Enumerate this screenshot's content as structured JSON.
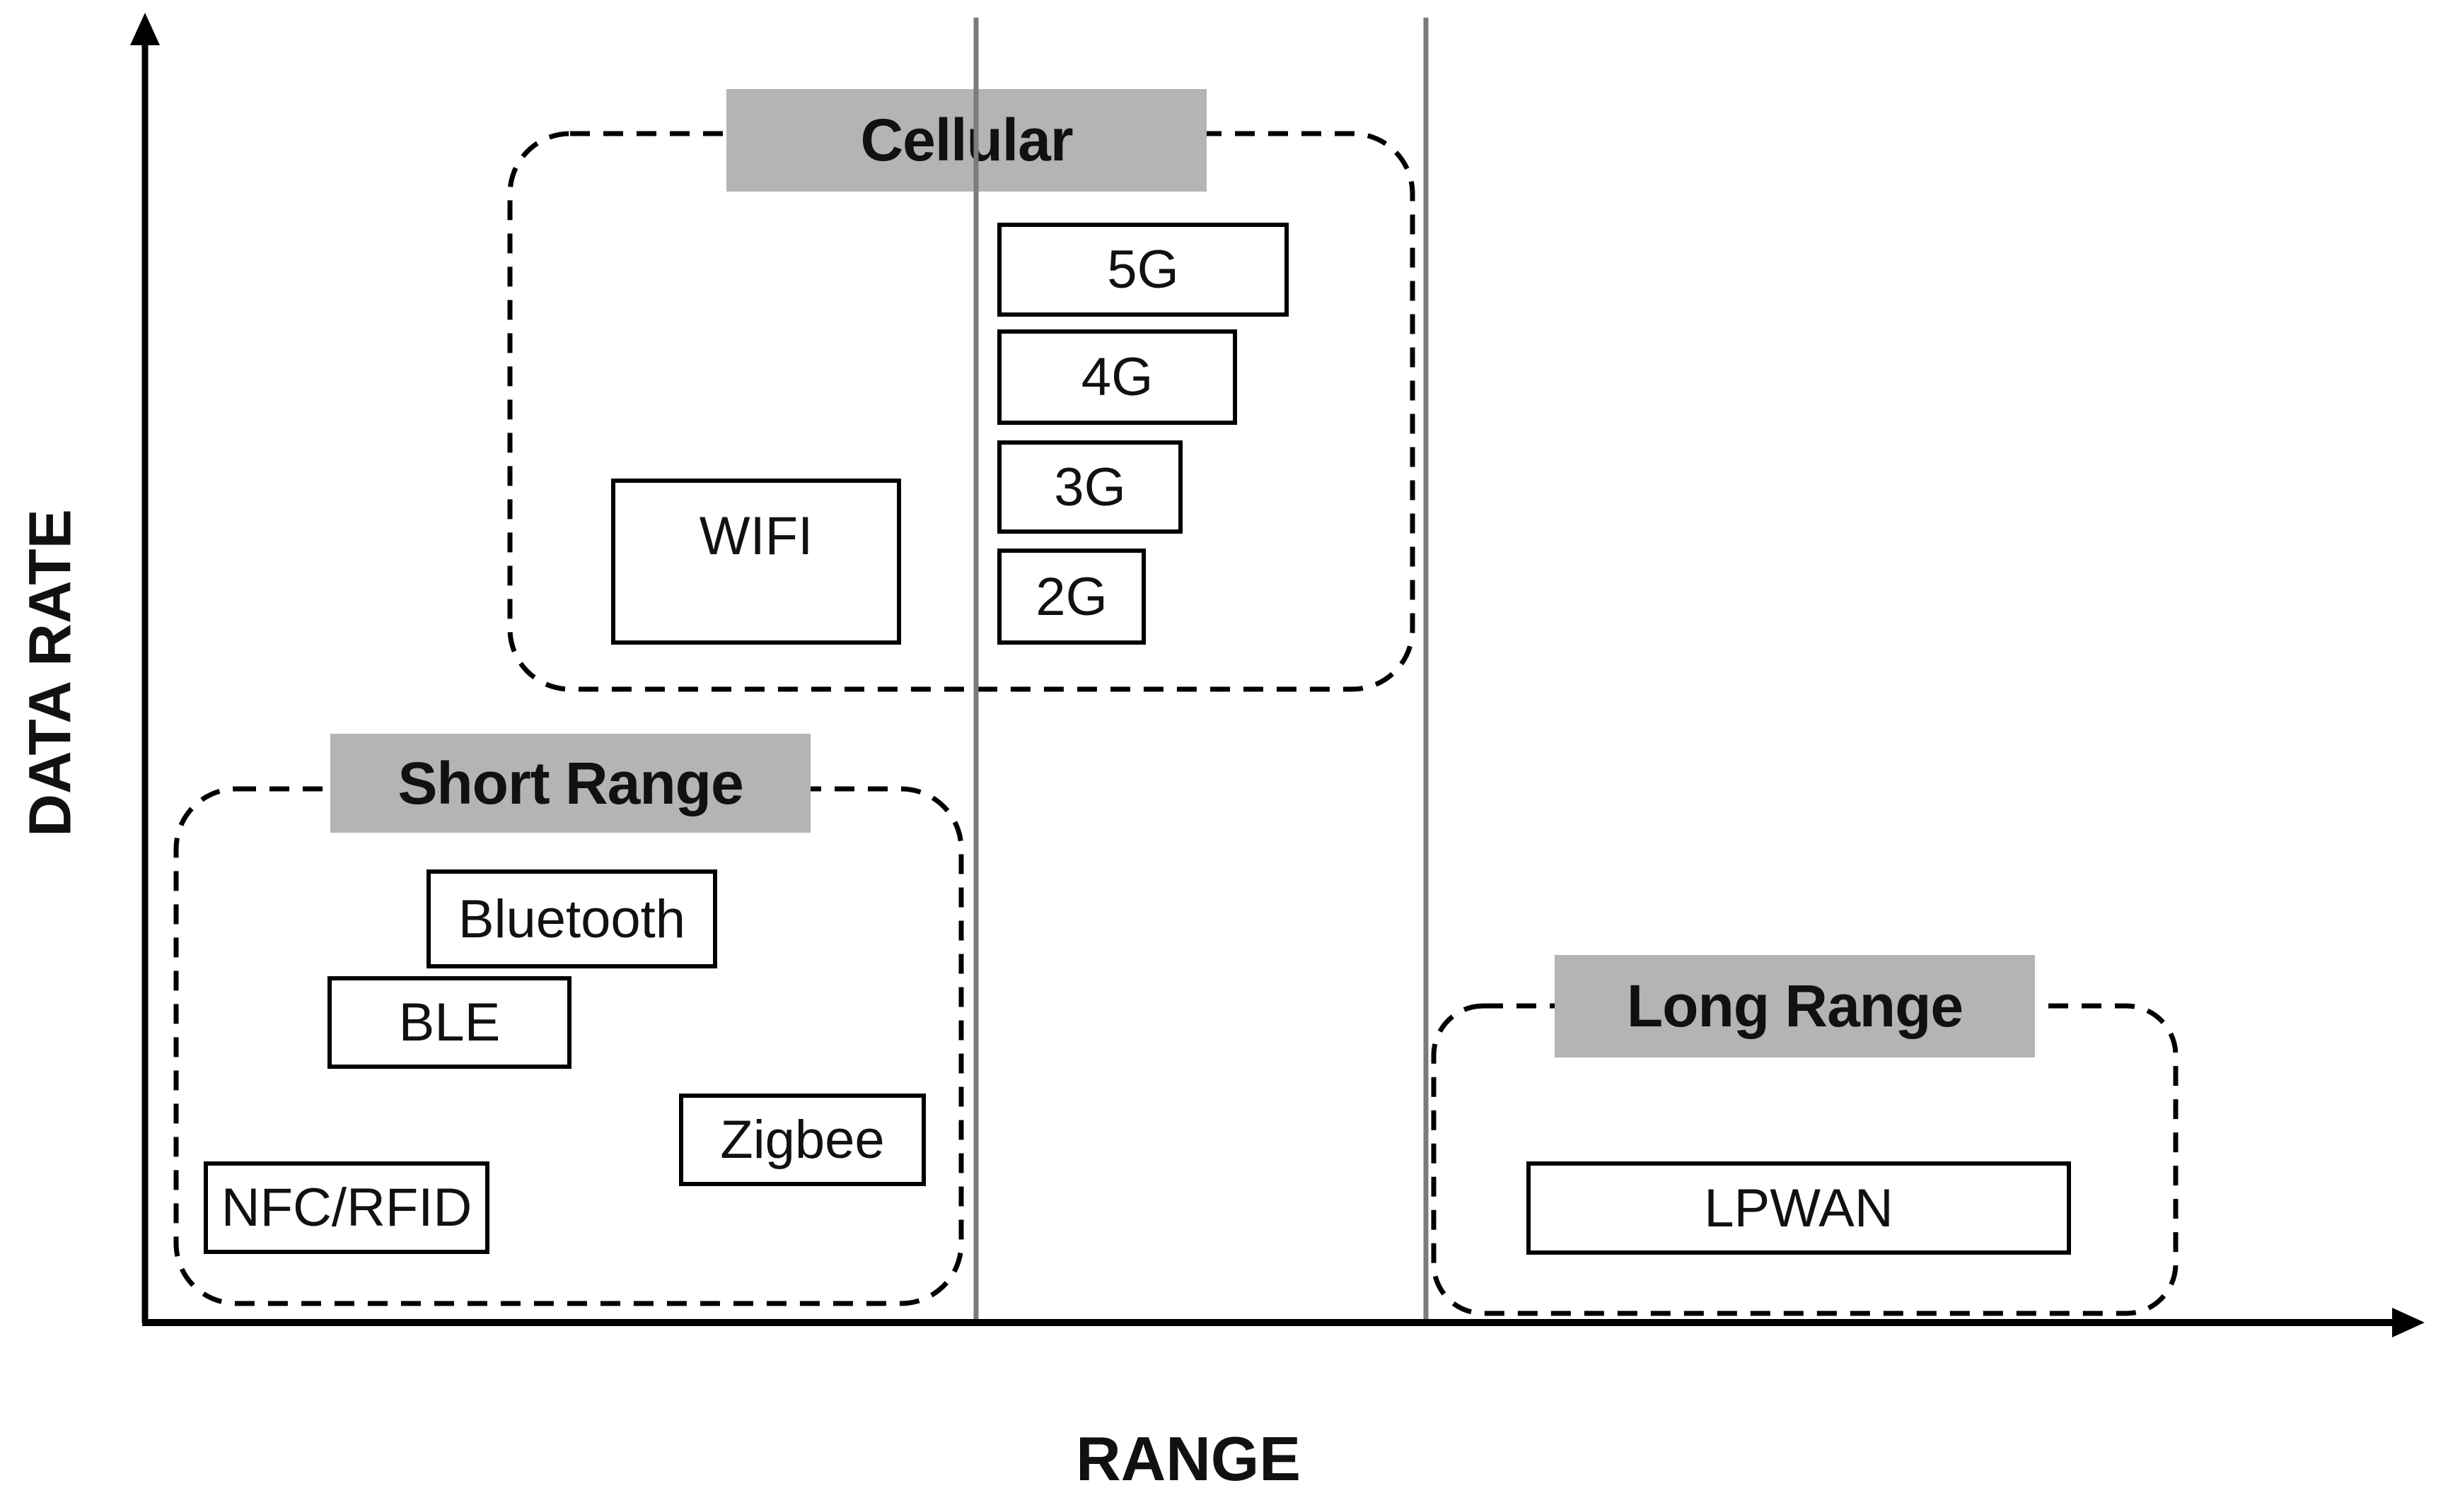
{
  "axes": {
    "y_label": "DATA RATE",
    "x_label": "RANGE"
  },
  "groups": {
    "cellular": {
      "label": "Cellular",
      "items": {
        "wifi": "WIFI",
        "g5": "5G",
        "g4": "4G",
        "g3": "3G",
        "g2": "2G"
      }
    },
    "short_range": {
      "label": "Short Range",
      "items": {
        "bluetooth": "Bluetooth",
        "ble": "BLE",
        "zigbee": "Zigbee",
        "nfc_rfid": "NFC/RFID"
      }
    },
    "long_range": {
      "label": "Long Range",
      "items": {
        "lpwan": "LPWAN"
      }
    }
  },
  "colors": {
    "label_background": "#b4b4b4",
    "divider_line": "#7b7b7b",
    "box_border": "#000000",
    "dashed_outline": "#000000",
    "text": "#111111",
    "background": "#ffffff"
  }
}
